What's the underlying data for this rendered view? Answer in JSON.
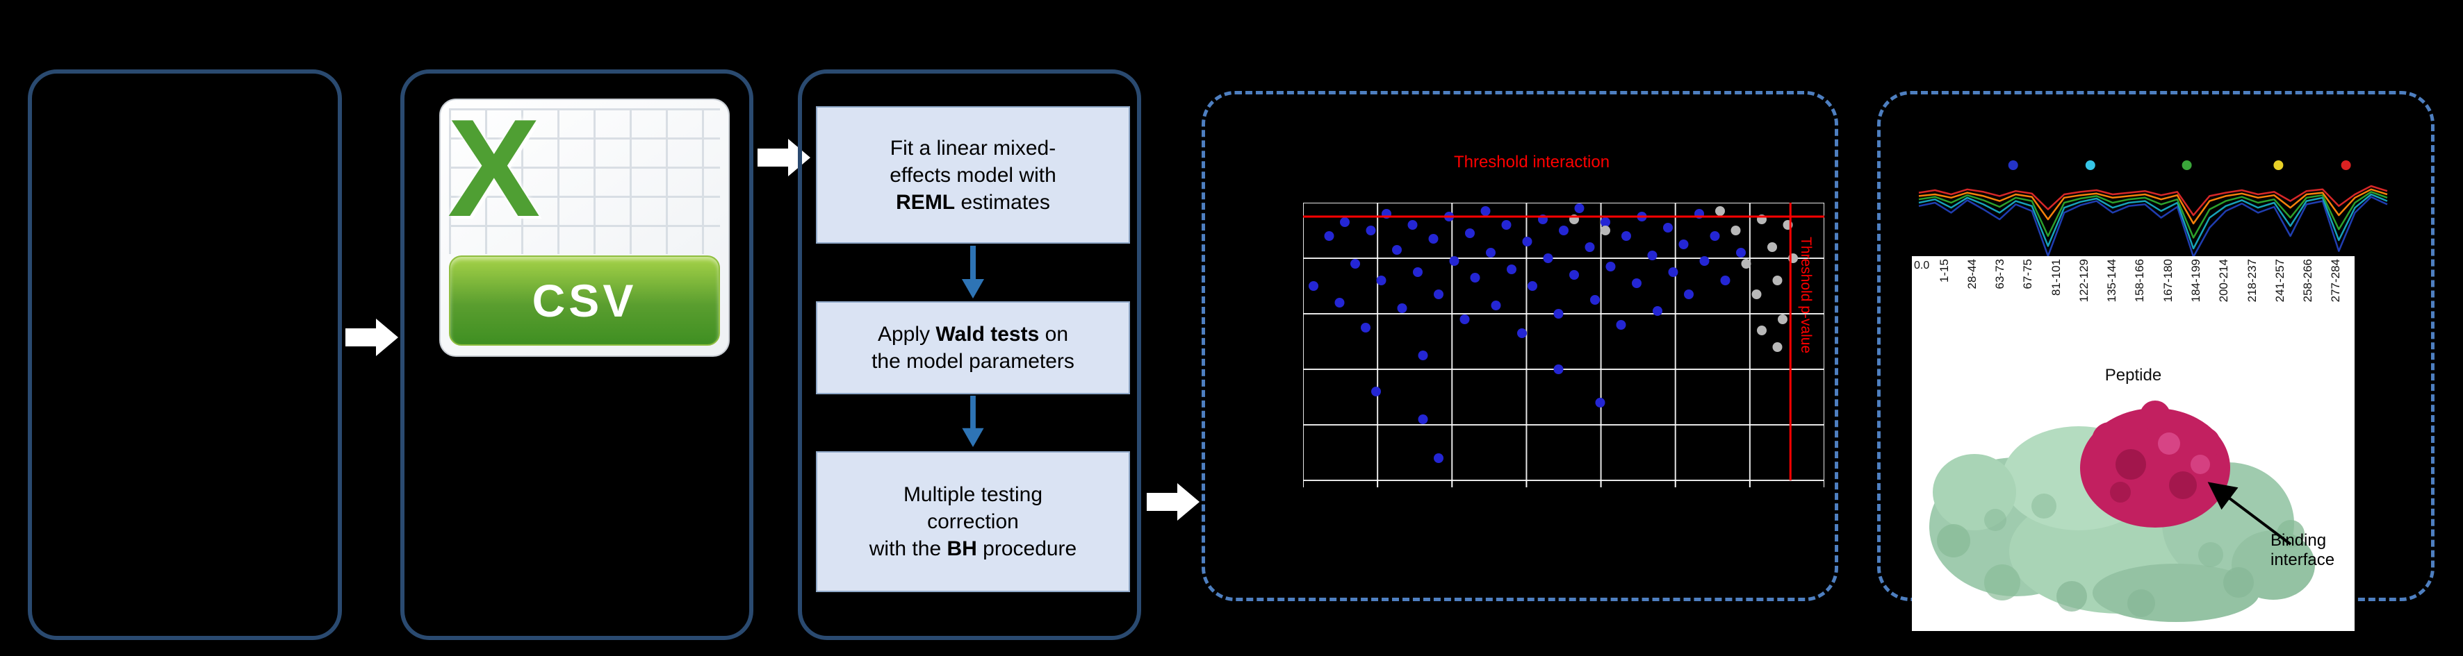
{
  "colors": {
    "background": "#000000",
    "panel_border": "#2a4a70",
    "dashed_border": "#4e7fc0",
    "step_box_fill": "#dae3f3",
    "flow_arrow_blue": "#2e74b5",
    "block_arrow": "#ffffff",
    "threshold_red": "#ff0000",
    "csv_green": "#4f9f33"
  },
  "csv_icon": {
    "letter": "X",
    "label": "CSV"
  },
  "pipeline": {
    "steps": [
      {
        "pre": "Fit a linear mixed-\neffects model with\n",
        "bold": "REML",
        "post": " estimates"
      },
      {
        "pre": "Apply ",
        "bold": "Wald tests",
        "post": " on\nthe model parameters"
      },
      {
        "pre": "Multiple testing\ncorrection\nwith the ",
        "bold": "BH",
        "post": " procedure"
      }
    ]
  },
  "chart_data": [
    {
      "type": "scatter",
      "title": "Threshold interaction",
      "side_label": "Threshold p-value",
      "threshold_color": "#ff0000",
      "grid": {
        "cols": 7,
        "rows": 5,
        "on": true
      },
      "hline_frac": 0.05,
      "vline_frac": 0.935,
      "series": [
        {
          "name": "blue-points",
          "color": "#2426d4",
          "points": [
            [
              0.02,
              0.3
            ],
            [
              0.05,
              0.12
            ],
            [
              0.07,
              0.36
            ],
            [
              0.08,
              0.07
            ],
            [
              0.1,
              0.22
            ],
            [
              0.12,
              0.45
            ],
            [
              0.13,
              0.1
            ],
            [
              0.15,
              0.28
            ],
            [
              0.16,
              0.04
            ],
            [
              0.18,
              0.17
            ],
            [
              0.19,
              0.38
            ],
            [
              0.21,
              0.08
            ],
            [
              0.22,
              0.25
            ],
            [
              0.23,
              0.55
            ],
            [
              0.25,
              0.13
            ],
            [
              0.26,
              0.33
            ],
            [
              0.28,
              0.05
            ],
            [
              0.29,
              0.21
            ],
            [
              0.31,
              0.42
            ],
            [
              0.32,
              0.11
            ],
            [
              0.33,
              0.27
            ],
            [
              0.35,
              0.03
            ],
            [
              0.36,
              0.18
            ],
            [
              0.37,
              0.37
            ],
            [
              0.39,
              0.08
            ],
            [
              0.4,
              0.24
            ],
            [
              0.42,
              0.47
            ],
            [
              0.43,
              0.14
            ],
            [
              0.44,
              0.3
            ],
            [
              0.46,
              0.06
            ],
            [
              0.47,
              0.2
            ],
            [
              0.49,
              0.4
            ],
            [
              0.5,
              0.1
            ],
            [
              0.52,
              0.26
            ],
            [
              0.53,
              0.02
            ],
            [
              0.55,
              0.16
            ],
            [
              0.56,
              0.35
            ],
            [
              0.58,
              0.07
            ],
            [
              0.59,
              0.23
            ],
            [
              0.61,
              0.44
            ],
            [
              0.62,
              0.12
            ],
            [
              0.64,
              0.29
            ],
            [
              0.65,
              0.05
            ],
            [
              0.67,
              0.19
            ],
            [
              0.68,
              0.39
            ],
            [
              0.7,
              0.09
            ],
            [
              0.71,
              0.25
            ],
            [
              0.73,
              0.15
            ],
            [
              0.74,
              0.33
            ],
            [
              0.76,
              0.04
            ],
            [
              0.77,
              0.21
            ],
            [
              0.79,
              0.12
            ],
            [
              0.14,
              0.68
            ],
            [
              0.23,
              0.78
            ],
            [
              0.26,
              0.92
            ],
            [
              0.49,
              0.6
            ],
            [
              0.57,
              0.72
            ],
            [
              0.81,
              0.28
            ],
            [
              0.84,
              0.18
            ]
          ]
        },
        {
          "name": "gray-points",
          "color": "#b8b8b8",
          "points": [
            [
              0.8,
              0.03
            ],
            [
              0.83,
              0.1
            ],
            [
              0.85,
              0.22
            ],
            [
              0.87,
              0.33
            ],
            [
              0.88,
              0.06
            ],
            [
              0.9,
              0.16
            ],
            [
              0.91,
              0.28
            ],
            [
              0.92,
              0.42
            ],
            [
              0.93,
              0.08
            ],
            [
              0.94,
              0.2
            ],
            [
              0.91,
              0.52
            ],
            [
              0.88,
              0.46
            ],
            [
              0.58,
              0.1
            ],
            [
              0.52,
              0.06
            ]
          ]
        }
      ]
    },
    {
      "type": "line",
      "x_label": "Peptide",
      "y_tick": "0.0",
      "categories": [
        "1-15",
        "28-44",
        "63-73",
        "67-75",
        "81-101",
        "122-129",
        "135-144",
        "158-166",
        "167-180",
        "184-199",
        "200-214",
        "218-237",
        "241-257",
        "258-266",
        "277-284"
      ],
      "marker_colors": [
        "#2433c8",
        "#36c6e8",
        "#3aa63a",
        "#e8d027",
        "#dd2222"
      ],
      "marker_x_fracs": [
        0.21,
        0.37,
        0.57,
        0.76,
        0.9
      ],
      "series": [
        {
          "name": "blue",
          "color": "#1f3db0",
          "values": [
            0.66,
            0.7,
            0.58,
            0.73,
            0.62,
            0.5,
            0.68,
            0.6,
            0.06,
            0.58,
            0.67,
            0.72,
            0.58,
            0.66,
            0.68,
            0.52,
            0.65,
            0.05,
            0.4,
            0.6,
            0.69,
            0.58,
            0.65,
            0.3,
            0.68,
            0.72,
            0.12,
            0.58,
            0.77,
            0.68
          ]
        },
        {
          "name": "teal",
          "color": "#17a2b8",
          "values": [
            0.7,
            0.74,
            0.64,
            0.76,
            0.68,
            0.58,
            0.72,
            0.66,
            0.18,
            0.64,
            0.71,
            0.75,
            0.64,
            0.7,
            0.72,
            0.6,
            0.7,
            0.15,
            0.52,
            0.66,
            0.73,
            0.64,
            0.7,
            0.42,
            0.72,
            0.76,
            0.25,
            0.64,
            0.8,
            0.72
          ]
        },
        {
          "name": "green",
          "color": "#2ca02c",
          "values": [
            0.74,
            0.77,
            0.7,
            0.79,
            0.73,
            0.65,
            0.76,
            0.72,
            0.3,
            0.7,
            0.75,
            0.78,
            0.7,
            0.74,
            0.76,
            0.68,
            0.74,
            0.28,
            0.62,
            0.72,
            0.77,
            0.7,
            0.74,
            0.52,
            0.76,
            0.79,
            0.38,
            0.7,
            0.83,
            0.76
          ]
        },
        {
          "name": "orange",
          "color": "#f5820b",
          "values": [
            0.78,
            0.8,
            0.76,
            0.82,
            0.78,
            0.72,
            0.8,
            0.77,
            0.5,
            0.76,
            0.79,
            0.81,
            0.76,
            0.78,
            0.8,
            0.74,
            0.79,
            0.45,
            0.72,
            0.78,
            0.81,
            0.76,
            0.79,
            0.64,
            0.8,
            0.82,
            0.55,
            0.76,
            0.86,
            0.8
          ]
        },
        {
          "name": "red",
          "color": "#d62728",
          "values": [
            0.82,
            0.85,
            0.8,
            0.86,
            0.83,
            0.78,
            0.84,
            0.81,
            0.62,
            0.8,
            0.83,
            0.85,
            0.8,
            0.82,
            0.84,
            0.79,
            0.83,
            0.55,
            0.78,
            0.82,
            0.85,
            0.8,
            0.83,
            0.72,
            0.84,
            0.86,
            0.66,
            0.8,
            0.9,
            0.84
          ]
        }
      ]
    }
  ],
  "structure": {
    "label_line1": "Binding",
    "label_line2": "interface"
  }
}
